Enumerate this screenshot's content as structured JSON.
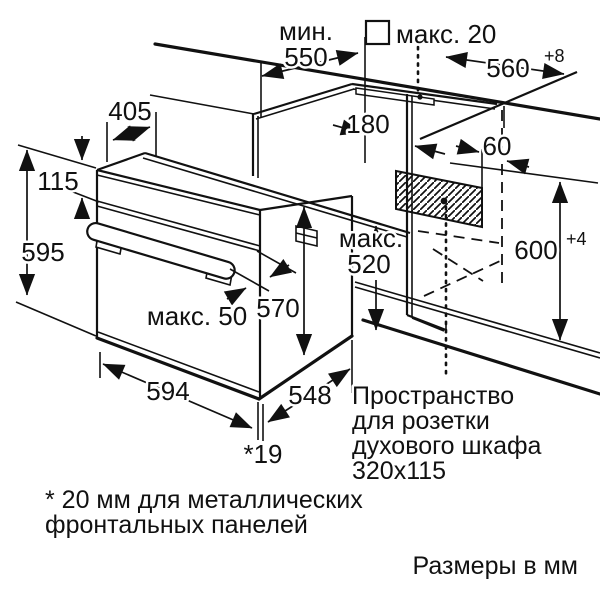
{
  "diagram": {
    "accent_color": "#111111",
    "background_color": "#ffffff",
    "top": {
      "worktop_depth_label": "мин.",
      "worktop_depth_value": "550",
      "front_panel_note": "макс. 20",
      "niche_width_value": "560",
      "niche_width_tolerance": "+8"
    },
    "left": {
      "top_depth_value": "405",
      "panel_height_value": "115",
      "oven_height_value": "595"
    },
    "middle": {
      "handle_gap_label": "макс. 50",
      "body_height_value": "570",
      "niche_depth_label": "макс.",
      "niche_depth_value": "520",
      "socket_front_offset_value": "180",
      "socket_side_offset_value": "60",
      "niche_height_value": "600",
      "niche_height_tolerance": "+4"
    },
    "bottom": {
      "oven_width_value": "594",
      "body_depth_value": "548",
      "door_protrusion_value": "*19"
    },
    "socket_note_lines": [
      "Пространство",
      "для розетки",
      "духового шкафа",
      "320x115"
    ],
    "footnote_lines": [
      "* 20 мм для металлических",
      "фронтальных панелей"
    ],
    "units_note": "Размеры в мм"
  }
}
